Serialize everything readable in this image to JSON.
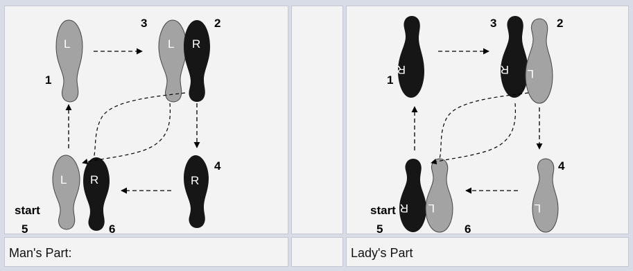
{
  "man": {
    "caption": "Man's Part:",
    "start_label": "start",
    "feet": [
      {
        "letter": "L",
        "number": "1",
        "color": "#a3a3a3"
      },
      {
        "letter": "L",
        "number": "3",
        "color": "#a3a3a3"
      },
      {
        "letter": "R",
        "number": "2",
        "color": "#161616"
      },
      {
        "letter": "R",
        "number": "4",
        "color": "#161616"
      },
      {
        "letter": "L",
        "number": "5",
        "color": "#a3a3a3"
      },
      {
        "letter": "R",
        "number": "6",
        "color": "#161616"
      }
    ]
  },
  "lady": {
    "caption": "Lady's Part",
    "start_label": "start",
    "feet": [
      {
        "letter": "R",
        "number": "1",
        "color": "#161616"
      },
      {
        "letter": "R",
        "number": "3",
        "color": "#161616"
      },
      {
        "letter": "L",
        "number": "2",
        "color": "#a3a3a3"
      },
      {
        "letter": "L",
        "number": "4",
        "color": "#a3a3a3"
      },
      {
        "letter": "R",
        "number": "5",
        "color": "#161616"
      },
      {
        "letter": "L",
        "number": "6",
        "color": "#a3a3a3"
      }
    ]
  },
  "colors": {
    "light_foot": "#a3a3a3",
    "dark_foot": "#161616",
    "cell_bg": "#f3f3f3",
    "frame": "#d7dce6"
  }
}
